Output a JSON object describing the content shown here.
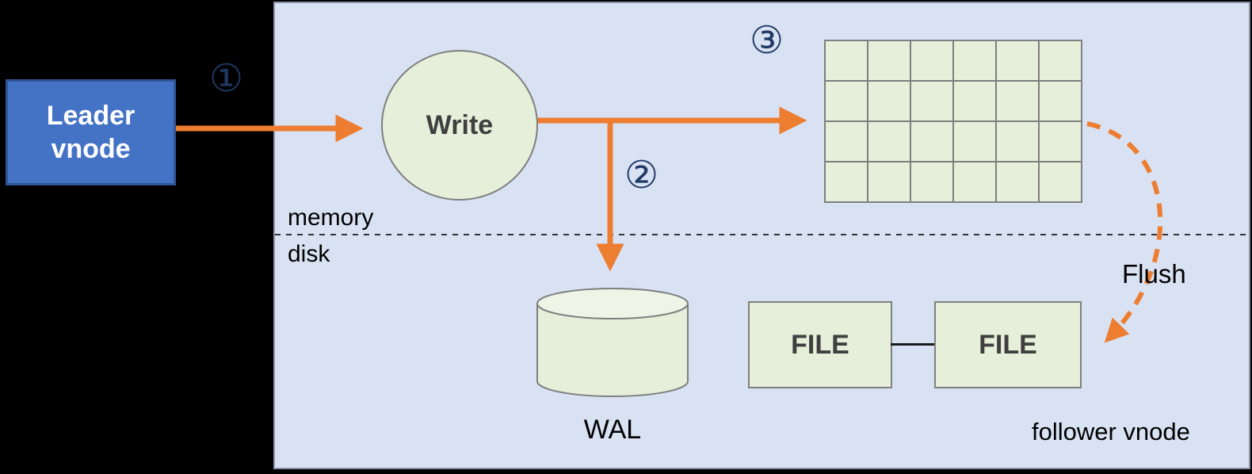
{
  "diagram": {
    "leader_node": {
      "line1": "Leader",
      "line2": "vnode"
    },
    "write_node": {
      "label": "Write"
    },
    "wal_node": {
      "label": "WAL"
    },
    "file_nodes": {
      "file1": "FILE",
      "file2": "FILE"
    },
    "labels": {
      "memory": "memory",
      "disk": "disk",
      "flush": "Flush",
      "follower": "follower vnode"
    },
    "steps": {
      "one": "①",
      "two": "②",
      "three": "③"
    },
    "grid": {
      "rows": 4,
      "cols": 6
    },
    "colors": {
      "background": "#000000",
      "panel_bg": "#d9e2f3",
      "panel_border": "#8a94ad",
      "leader_fill": "#4473c5",
      "leader_border": "#2f5597",
      "node_fill": "#e6efda",
      "node_border": "#7f7f7f",
      "arrow_orange": "#ed7d31",
      "step_number": "#1f3864",
      "text_dark": "#3f3f3f"
    }
  }
}
